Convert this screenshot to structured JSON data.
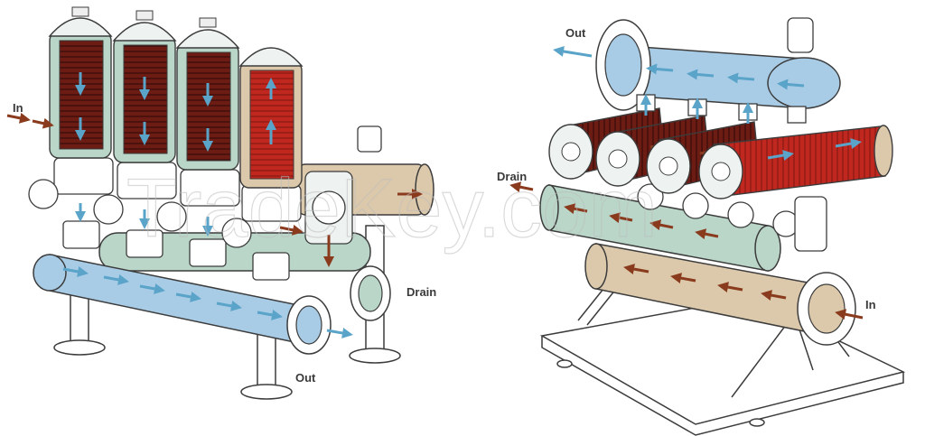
{
  "left_diagram": {
    "labels": {
      "in": "In",
      "drain": "Drain",
      "out": "Out"
    },
    "filter_units": 4
  },
  "right_diagram": {
    "labels": {
      "out": "Out",
      "drain": "Drain",
      "in": "In"
    },
    "filter_units": 4
  },
  "watermark": "TradeKey.com",
  "colors": {
    "inlet_pipe": "#dcc9ab",
    "outlet_pipe": "#a9cce6",
    "drain_pipe": "#b9d6c8",
    "filter_element_clean": "#6d1c14",
    "filter_element_backflush": "#c0271f",
    "flow_in_arrow": "#8a3b1e",
    "flow_out_arrow": "#5aa3c9",
    "outline": "#3c3c3c"
  }
}
